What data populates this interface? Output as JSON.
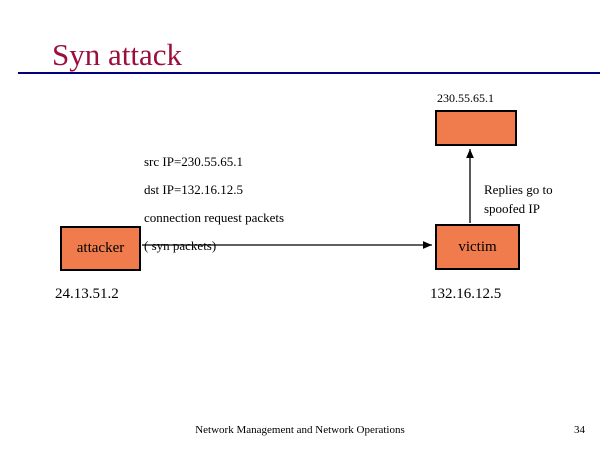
{
  "slide": {
    "title": "Syn attack",
    "title_color": "#9c0f3c",
    "rule_color": "#000080",
    "background": "#ffffff"
  },
  "diagram": {
    "box_fill": "#f07c4d",
    "box_border": "#000000",
    "nodes": [
      {
        "id": "attacker",
        "label": "attacker",
        "ip_label": "24.13.51.2"
      },
      {
        "id": "victim",
        "label": "victim",
        "ip_label": "132.16.12.5"
      },
      {
        "id": "spoofed",
        "label": "",
        "ip_label": "230.55.65.1"
      }
    ],
    "packet_notes": [
      "src IP=230.55.65.1",
      "dst IP=132.16.12.5",
      "connection request packets",
      "( syn packets)"
    ],
    "replies_note": "Replies go to spoofed IP",
    "arrows": [
      {
        "name": "attacker-to-victim-arrow",
        "direction": "right"
      },
      {
        "name": "victim-to-spoofed-arrow",
        "direction": "up"
      }
    ]
  },
  "footer": {
    "text": "Network Management and Network Operations",
    "page_number": "34"
  }
}
